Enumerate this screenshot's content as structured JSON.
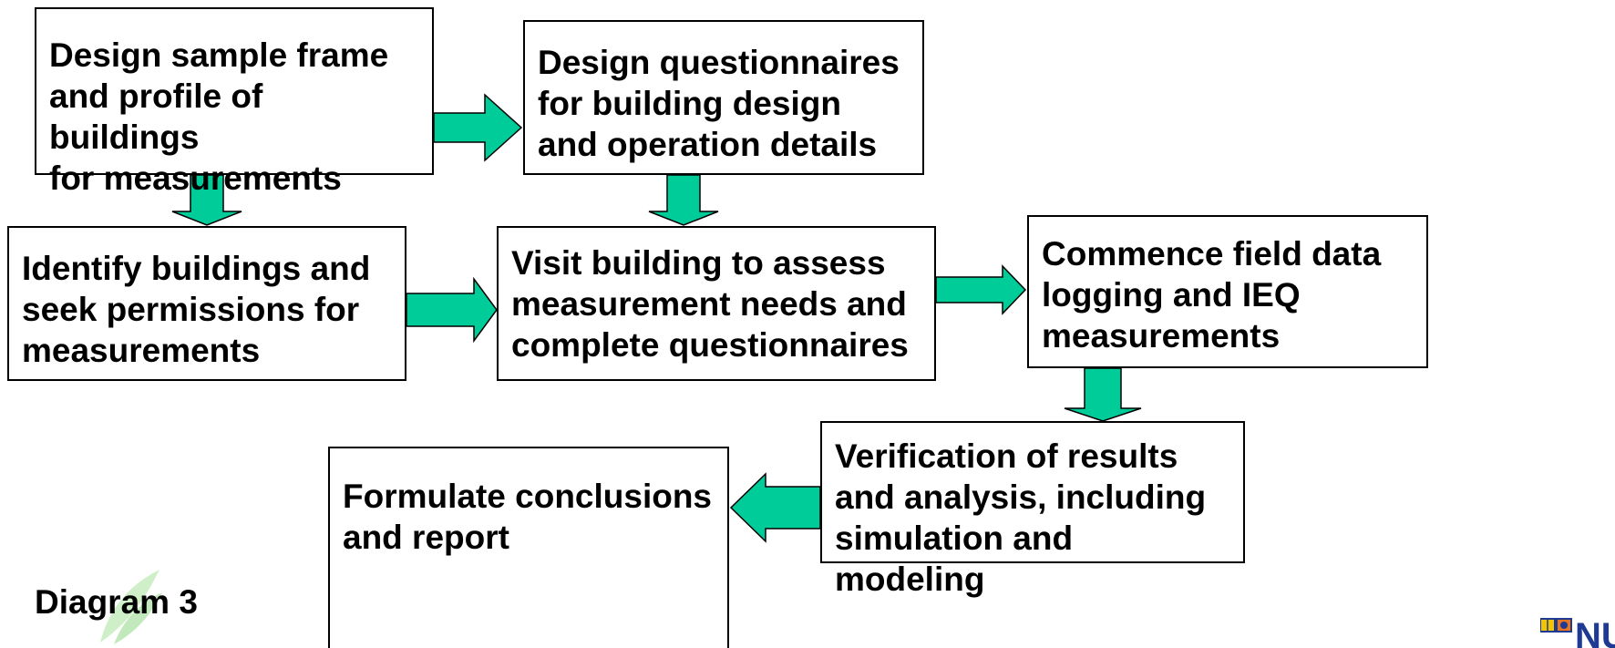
{
  "diagram": {
    "steps": [
      {
        "id": "b1",
        "text": "Design sample frame\nand profile of buildings\nfor measurements"
      },
      {
        "id": "b2",
        "text": "Design questionnaires\nfor building design\nand operation details"
      },
      {
        "id": "b3",
        "text": "Identify buildings and\nseek permissions for\nmeasurements"
      },
      {
        "id": "b4",
        "text": "Visit building to assess\nmeasurement needs and\ncomplete questionnaires"
      },
      {
        "id": "b5",
        "text": "Commence field data\nlogging and IEQ\nmeasurements"
      },
      {
        "id": "b6",
        "text": "Verification of results\nand analysis, including\nsimulation and modeling"
      },
      {
        "id": "b7",
        "text": "Formulate conclusions\nand report"
      }
    ],
    "connections": [
      {
        "from": "b1",
        "to": "b2",
        "direction": "right"
      },
      {
        "from": "b1",
        "to": "b3",
        "direction": "down"
      },
      {
        "from": "b2",
        "to": "b4",
        "direction": "down"
      },
      {
        "from": "b3",
        "to": "b4",
        "direction": "right"
      },
      {
        "from": "b4",
        "to": "b5",
        "direction": "right"
      },
      {
        "from": "b5",
        "to": "b6",
        "direction": "down"
      },
      {
        "from": "b6",
        "to": "b7",
        "direction": "left"
      }
    ],
    "arrow_color": "#00CC99",
    "label": "Diagram 3"
  },
  "logo": {
    "text": "NUS",
    "color": "#1f3a93"
  }
}
